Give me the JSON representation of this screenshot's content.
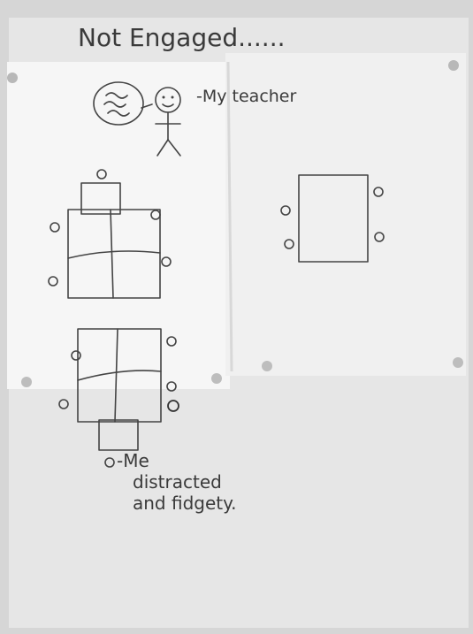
{
  "poster": {
    "title": "Not Engaged......",
    "teacher_label": "-My teacher",
    "student_label": [
      "-Me",
      "distracted",
      "and fidgety."
    ]
  },
  "colors": {
    "background": "#dcdcdc",
    "sheet": "#f4f4f4",
    "ink": "#444444",
    "pin": "#b5b5b5"
  }
}
